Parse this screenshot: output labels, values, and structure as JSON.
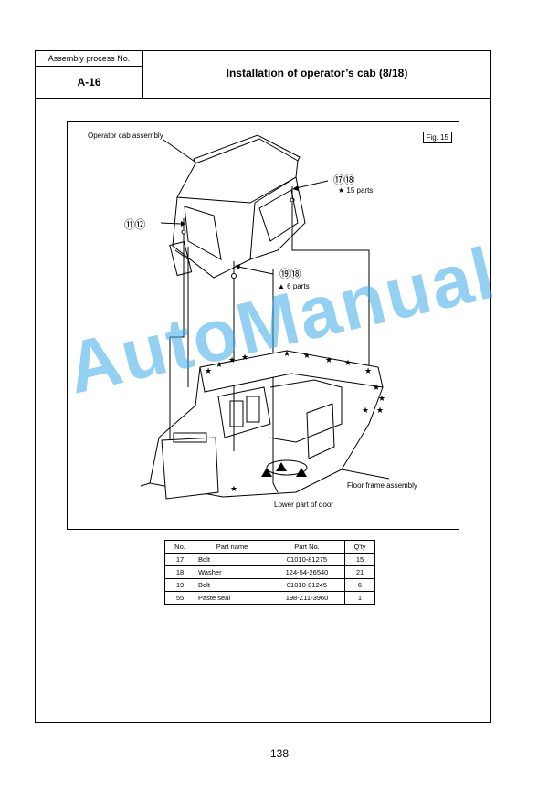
{
  "header": {
    "process_label": "Assembly process No.",
    "process_code": "A-16",
    "title": "Installation of operator’s cab (8/18)"
  },
  "figure": {
    "fig_label": "Fig. 15",
    "labels": {
      "cab_assembly": "Operator cab assembly",
      "floor_frame": "Floor frame assembly",
      "lower_door": "Lower part of door",
      "callout_17_18": "⑰⑱",
      "callout_11_12": "⑪⑫",
      "callout_19_18": "⑲⑱",
      "qty_15": "★ 15 parts",
      "qty_6": "▲ 6 parts"
    }
  },
  "watermark": "AutoManual",
  "parts_table": {
    "headers": [
      "No.",
      "Part name",
      "Part No.",
      "Q'ty"
    ],
    "rows": [
      [
        "17",
        "Bolt",
        "01010-81275",
        "15"
      ],
      [
        "18",
        "Washer",
        "124-54-26540",
        "21"
      ],
      [
        "19",
        "Bolt",
        "01010-81245",
        "6"
      ],
      [
        "55",
        "Paste seal",
        "198-Z11-3960",
        "1"
      ]
    ]
  },
  "page_number": "138"
}
